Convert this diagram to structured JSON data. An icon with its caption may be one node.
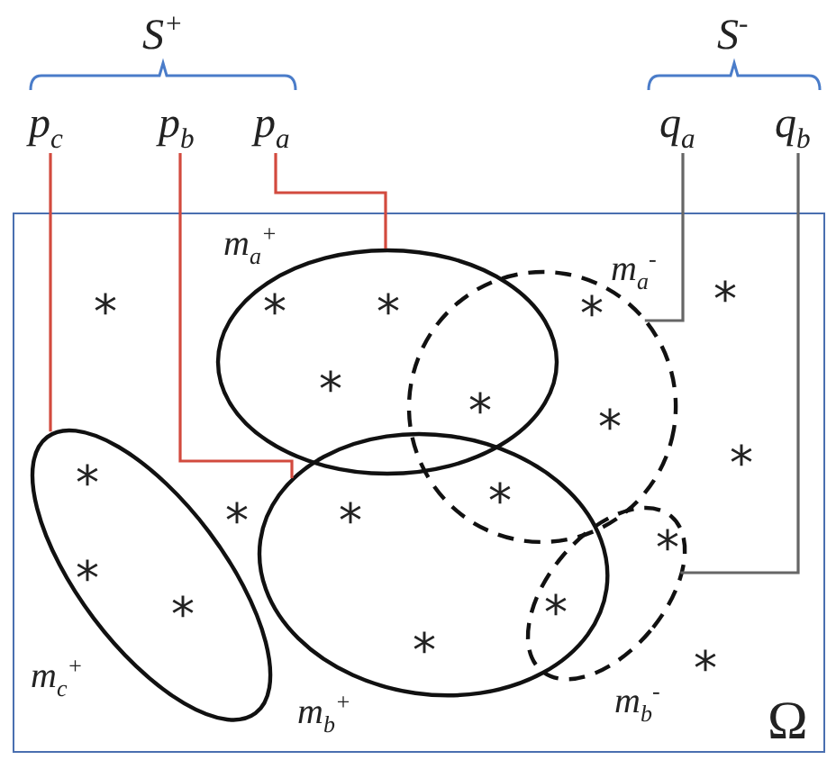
{
  "diagram": {
    "nodes": [
      {
        "text": [
          "p$_{c}$"
        ]
      },
      {
        "text": [
          "p$_{b}$"
        ]
      },
      {
        "text": [
          "p$_{a}$"
        ]
      },
      {
        "text": [
          "q$_{a}$"
        ]
      },
      {
        "text": [
          "q$_{b}$"
        ]
      },
      {
        "text": [
          "Ω"
        ]
      },
      {
        "text": [
          "m$_{a}$$^{+}$"
        ],
        "in": 5
      },
      {
        "text": [
          "m$_{a}$$^{-}$"
        ],
        "in": 5
      },
      {
        "text": [
          "m$_{c}$$^{+}$"
        ],
        "in": 5
      },
      {
        "text": [
          "m$_{b}$$^{+}$"
        ],
        "in": 5
      },
      {
        "text": [
          "m$_{b}$$^{-}$"
        ],
        "in": 5
      }
    ],
    "edges": [
      {
        "from": 0,
        "to": 8,
        "arrow": "none"
      },
      {
        "from": 1,
        "to": 9,
        "arrow": "none"
      },
      {
        "from": 2,
        "to": 6,
        "arrow": "none"
      },
      {
        "from": 3,
        "to": 7,
        "arrow": "none",
        "color": "#666666"
      },
      {
        "from": 4,
        "to": 10,
        "arrow": "none",
        "color": "#666666"
      }
    ],
    "labels": [
      "S$^{+}$",
      "S$^{-}$",
      "*",
      "*",
      "*",
      "*",
      "*",
      "*",
      "*",
      "*",
      "*",
      "*",
      "*",
      "*",
      "*",
      "*",
      "*",
      "*",
      "*",
      "*",
      "*"
    ]
  }
}
